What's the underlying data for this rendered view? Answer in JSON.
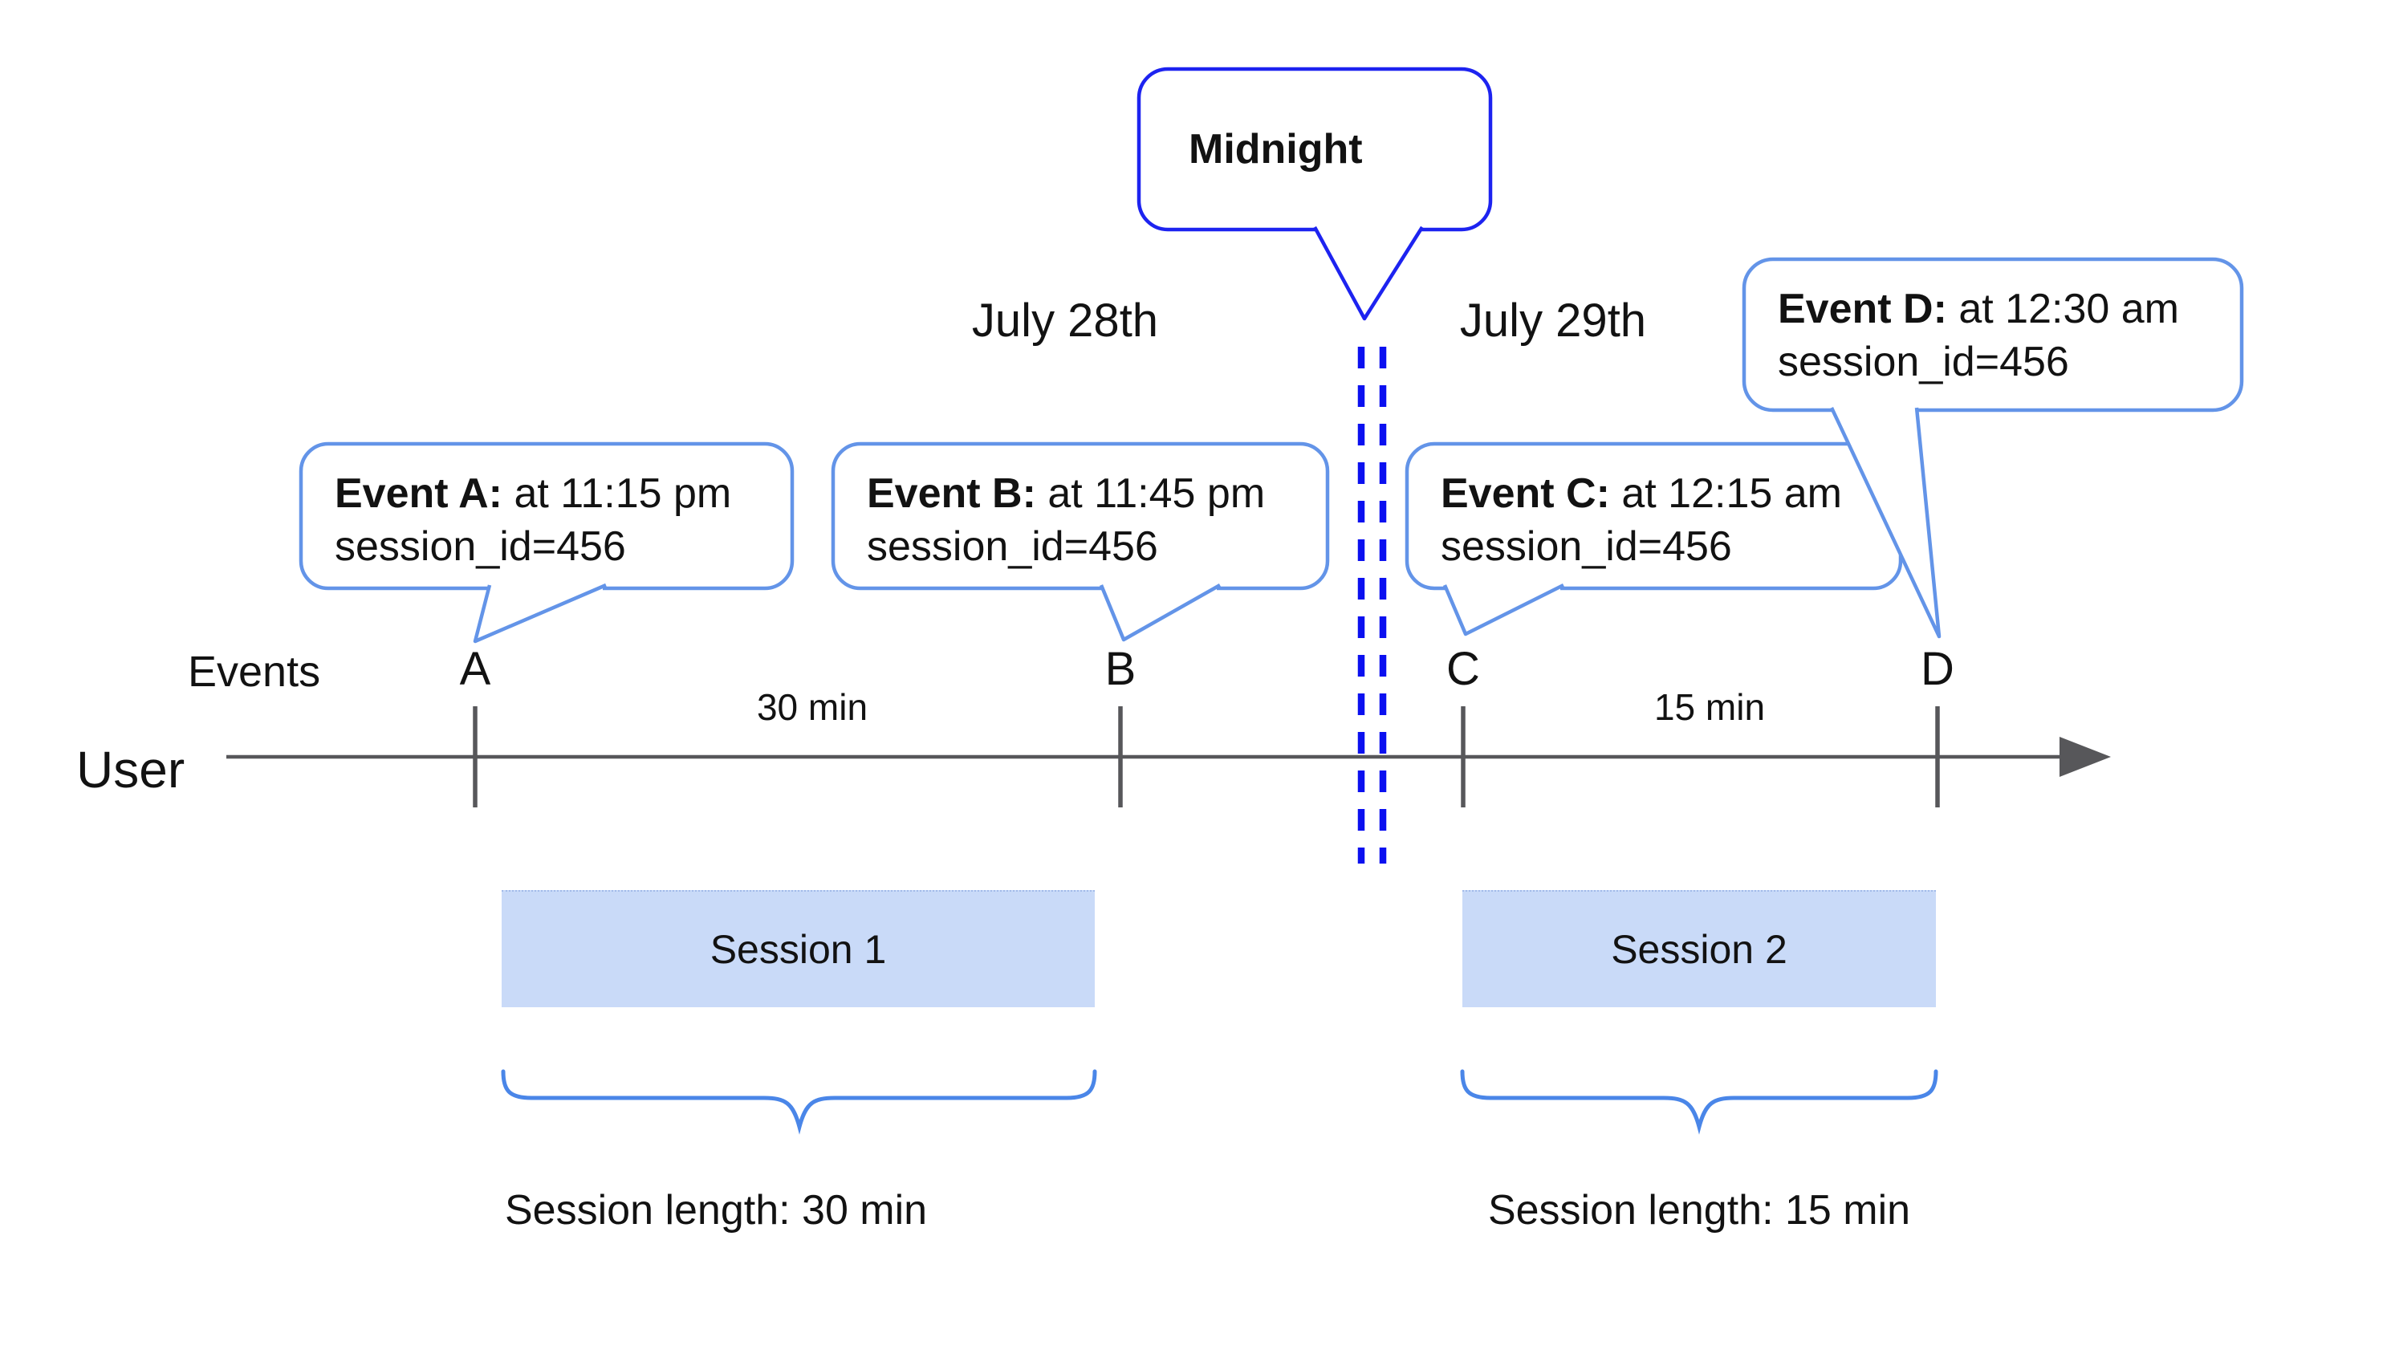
{
  "colors": {
    "midnight_blue": "#1d23f0",
    "dash_blue": "#0b10f0",
    "callout_blue": "#6394e8",
    "brace_blue": "#4a86e8",
    "session_fill": "#c9daf8",
    "axis_gray": "#57575a",
    "text_color": "#121212"
  },
  "midnight": {
    "label": "Midnight"
  },
  "dates": {
    "left": "July 28th",
    "right": "July 29th"
  },
  "axis": {
    "events_label": "Events",
    "user_label": "User"
  },
  "events": [
    {
      "letter": "A",
      "callout_title": "Event A:",
      "callout_time": " at 11:15 pm",
      "callout_session": "session_id=456"
    },
    {
      "letter": "B",
      "callout_title": "Event B:",
      "callout_time": " at 11:45 pm",
      "callout_session": "session_id=456"
    },
    {
      "letter": "C",
      "callout_title": "Event C:",
      "callout_time": " at 12:15 am",
      "callout_session": "session_id=456"
    },
    {
      "letter": "D",
      "callout_title": "Event D:",
      "callout_time": " at 12:30 am",
      "callout_session": "session_id=456"
    }
  ],
  "intervals": [
    {
      "label": "30 min"
    },
    {
      "label": "15 min"
    }
  ],
  "sessions": [
    {
      "label": "Session 1",
      "length_label": "Session length: 30 min"
    },
    {
      "label": "Session 2",
      "length_label": "Session length: 15 min"
    }
  ]
}
